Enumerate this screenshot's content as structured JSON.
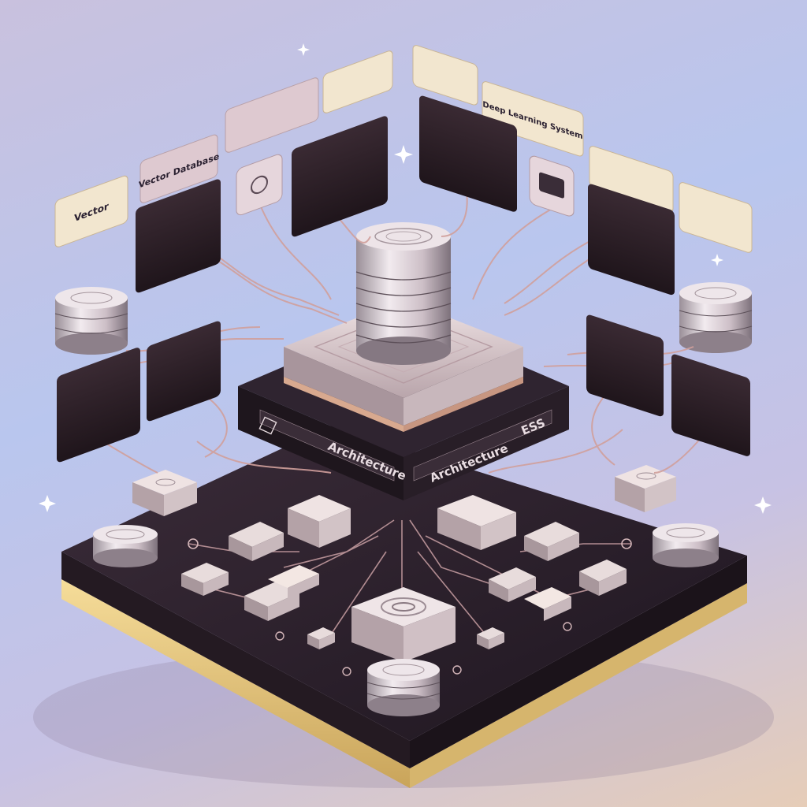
{
  "labels": {
    "vector_title": "Vector",
    "vector_database_small": "Vector Database",
    "deep_learning_system": "Deep Learning System",
    "architecture_center": "Architecture",
    "ess": "ESS"
  },
  "colors": {
    "light_label_bg": "#f2e6cf",
    "light_label_pink": "#dec9d0",
    "dark_label_bg": "#2b1d24",
    "platform_dark": "#2a1f2a",
    "platform_edge_gold": "#e7c985",
    "cylinder_silver": "#d8d0d6",
    "wire_copper": "#c9908f"
  },
  "icons": [
    "database-stack-icon",
    "sparkle-icon",
    "chip-icon",
    "node-icon"
  ]
}
